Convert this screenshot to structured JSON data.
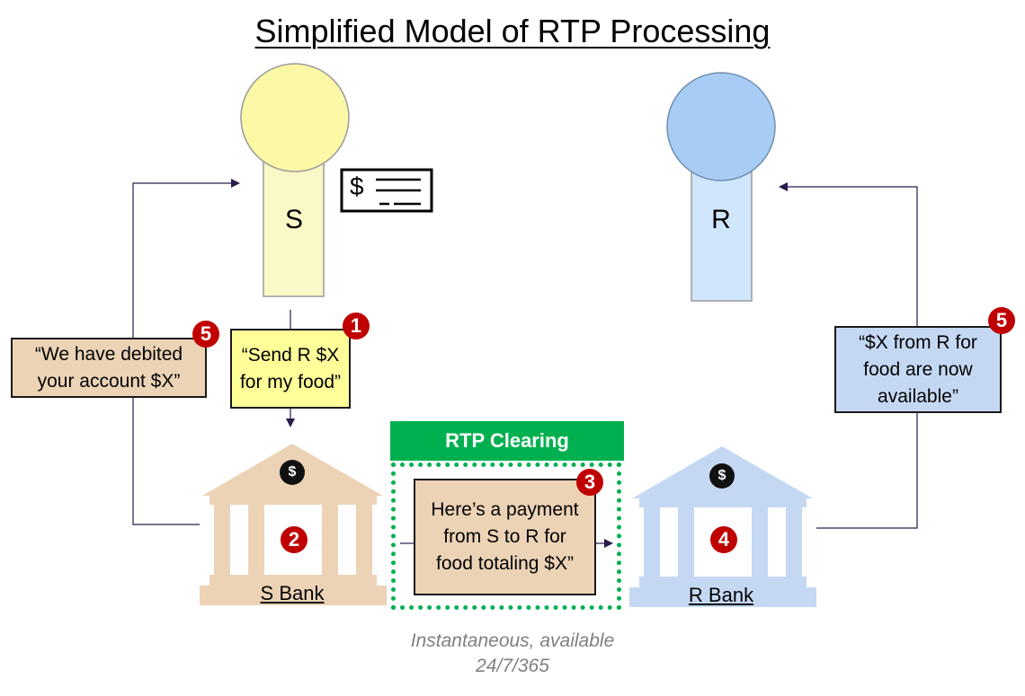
{
  "title": "Simplified Model of RTP Processing",
  "sender": {
    "label": "S",
    "color": "#fbf8a6"
  },
  "receiver": {
    "label": "R",
    "color": "#a8cdf5"
  },
  "check_icon": {
    "symbol": "$",
    "name": "check-icon"
  },
  "steps": {
    "step1": {
      "badge": "1",
      "text": "“Send R $X for my food”"
    },
    "step2": {
      "badge": "2"
    },
    "step3": {
      "badge": "3",
      "text": "Here’s a payment from S to R for food totaling $X”"
    },
    "step4": {
      "badge": "4"
    },
    "step5_sender": {
      "badge": "5",
      "text": "“We have debited your account $X”"
    },
    "step5_receiver": {
      "badge": "5",
      "text": "“$X from R for food are now available”"
    }
  },
  "banks": {
    "sender_bank": {
      "label": "S Bank",
      "coin": "$",
      "color": "#ecd3b6"
    },
    "receiver_bank": {
      "label": "R Bank",
      "coin": "$",
      "color": "#c5d8f3"
    }
  },
  "clearing": {
    "header": "RTP Clearing",
    "color": "#00b050"
  },
  "note": "Instantaneous, available 24/7/365"
}
